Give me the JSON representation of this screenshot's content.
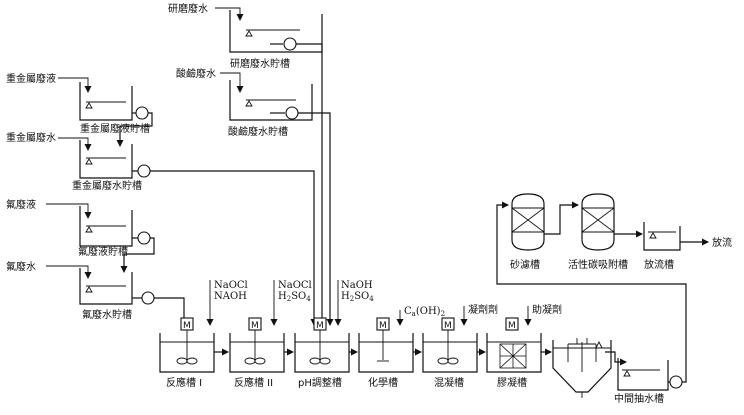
{
  "tanks": {
    "grind_wastewater_label": "研磨廢水",
    "grind_tank_label": "研磨廢水貯槽",
    "acid_wastewater_label": "酸鹼廢水",
    "acid_tank_label": "酸鹼廢水貯槽",
    "heavy_metal_liquid_label": "重金屬廢液",
    "heavy_metal_liquid_tank_label": "重金屬廢液貯槽",
    "heavy_metal_water_label": "重金屬廢水",
    "heavy_metal_water_tank_label": "重金屬廢水貯槽",
    "fluoride_liquid_label": "氟廢液",
    "fluoride_liquid_tank_label": "氟廢液貯槽",
    "fluoride_water_label": "氟廢水",
    "fluoride_water_tank_label": "氟廢水貯槽"
  },
  "process": {
    "reaction1": "反應槽 I",
    "reaction2": "反應槽 II",
    "ph_adjust": "pH調整槽",
    "chemical": "化學槽",
    "mixing": "混凝槽",
    "floc": "膠凝槽",
    "intermediate": "中間抽水槽",
    "sand_filter": "砂濾槽",
    "activated_carbon": "活性碳吸附槽",
    "discharge_tank": "放流槽",
    "discharge": "放流",
    "motor": "M"
  },
  "chemicals": {
    "r1_line1": "NaOCl",
    "r1_line2": "NAOH",
    "r2_line1": "NaOCl",
    "r2_line2_main": "H",
    "r2_line2_sub1": "2",
    "r2_line2_mid": "SO",
    "r2_line2_sub2": "4",
    "ph_line1": "NaOH",
    "ph_line2_main": "H",
    "ph_line2_sub1": "2",
    "ph_line2_mid": "SO",
    "ph_line2_sub2": "4",
    "chem_main": "C",
    "chem_sub1": "a",
    "chem_mid": "(OH)",
    "chem_sub2": "2",
    "coagulant": "凝劑劑",
    "flocculant": "助凝劑"
  }
}
